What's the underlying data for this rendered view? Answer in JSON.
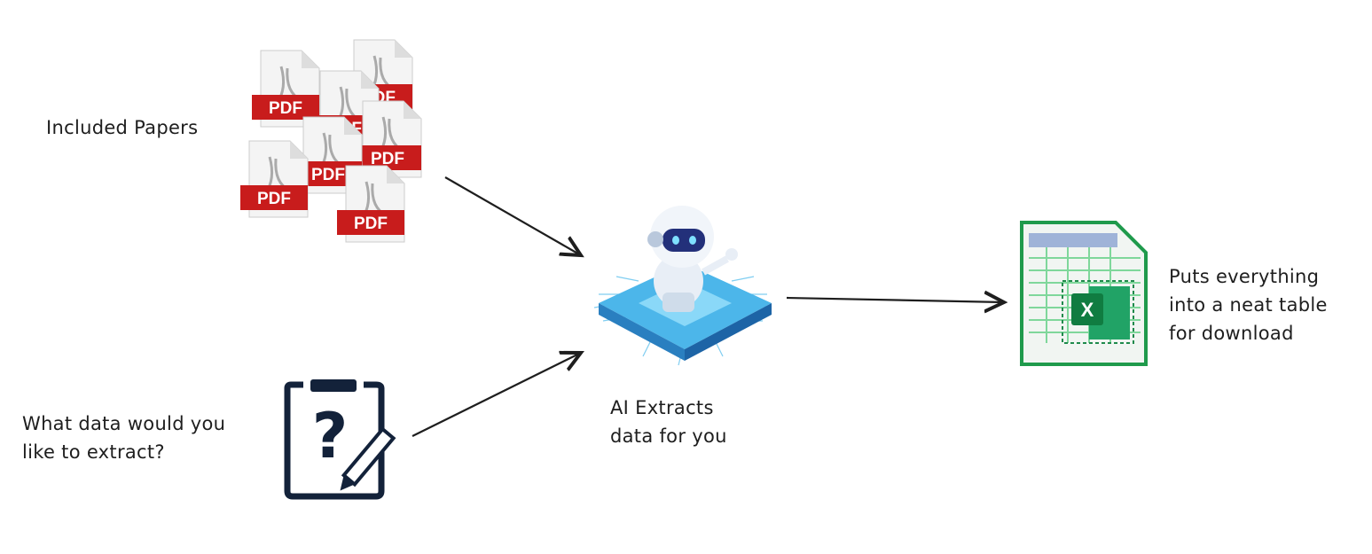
{
  "labels": {
    "papers": "Included Papers",
    "question": "What data would you\nlike to extract?",
    "ai": "AI Extracts\ndata for you",
    "output": "Puts everything\ninto a neat table\nfor download"
  },
  "pdf_badge": "PDF",
  "excel_badge": "X",
  "colors": {
    "pdf_red": "#c81c1c",
    "excel_green": "#1f8a4c",
    "robot_blue": "#3aa8e0",
    "arrow": "#1e1e1e"
  }
}
